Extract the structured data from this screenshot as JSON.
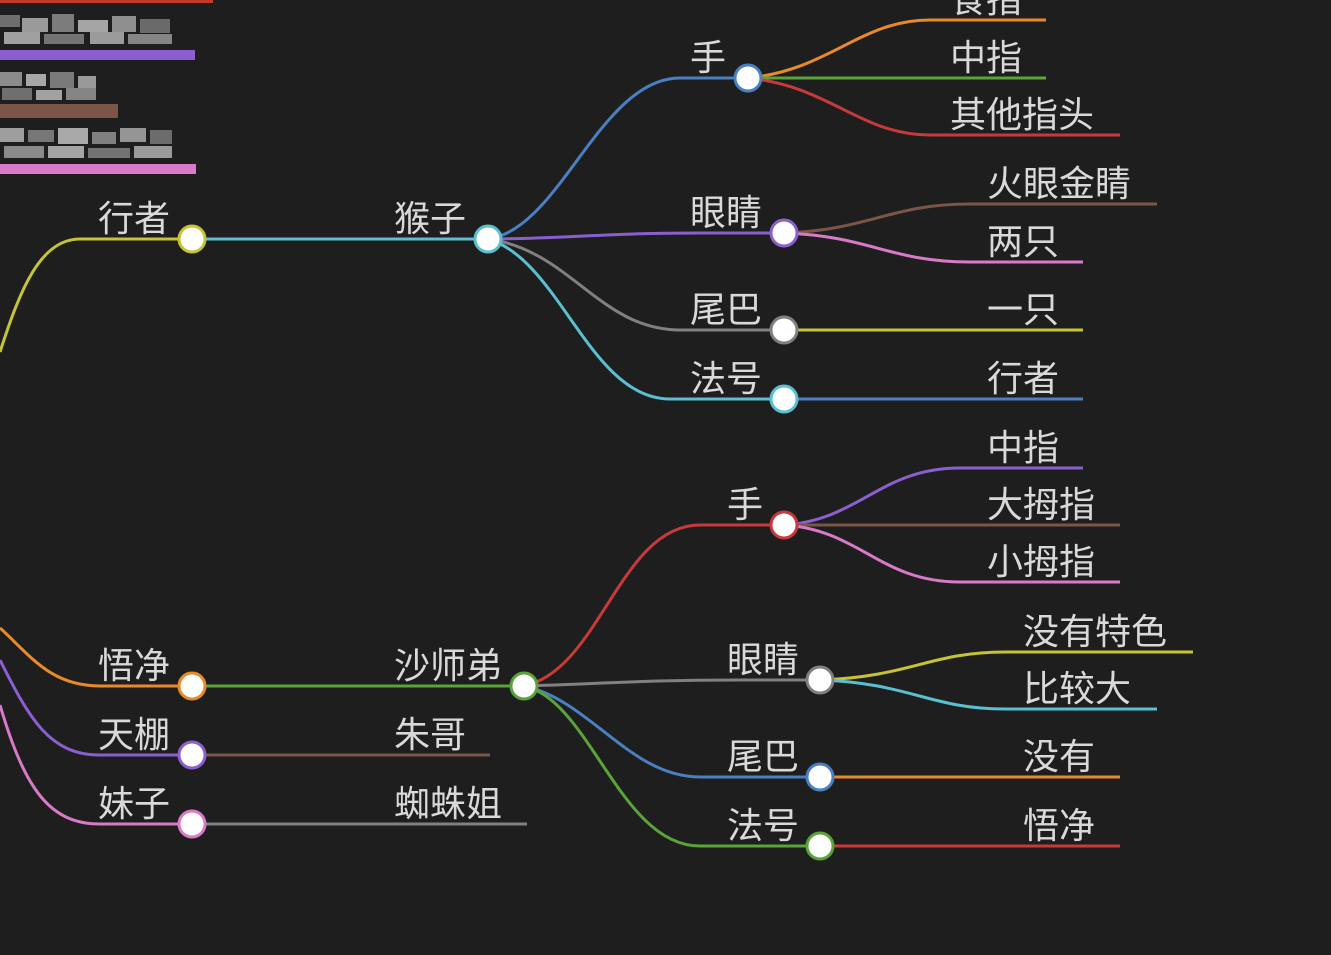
{
  "mindmap": {
    "background": "#1e1e1e",
    "text_color": "#d9d9d9",
    "blurred_items": [
      {
        "color": "#c0392b"
      },
      {
        "color": "#8b5fcf"
      },
      {
        "color": "#7a5548"
      },
      {
        "color": "#d97ac8"
      }
    ],
    "branches": [
      {
        "id": "b1",
        "label": "行者",
        "color": "#c6c434",
        "children": [
          {
            "id": "b1c1",
            "label": "猴子",
            "color": "#58c0d0",
            "children": [
              {
                "id": "b1c1a",
                "label": "手",
                "color": "#4a7fc1",
                "children": [
                  {
                    "label": "食指",
                    "color": "#e88a2c"
                  },
                  {
                    "label": "中指",
                    "color": "#5aa33b"
                  },
                  {
                    "label": "其他指头",
                    "color": "#c83a3a"
                  }
                ]
              },
              {
                "id": "b1c1b",
                "label": "眼睛",
                "color": "#8b5fcf",
                "children": [
                  {
                    "label": "火眼金睛",
                    "color": "#7a5548"
                  },
                  {
                    "label": "两只",
                    "color": "#d97ac8"
                  }
                ]
              },
              {
                "id": "b1c1c",
                "label": "尾巴",
                "color": "#808080",
                "children": [
                  {
                    "label": "一只",
                    "color": "#c6c434"
                  }
                ]
              },
              {
                "id": "b1c1d",
                "label": "法号",
                "color": "#58c0d0",
                "children": [
                  {
                    "label": "行者",
                    "color": "#4a7fc1"
                  }
                ]
              }
            ]
          }
        ]
      },
      {
        "id": "b2",
        "label": "悟净",
        "color": "#e88a2c",
        "children": [
          {
            "id": "b2c1",
            "label": "沙师弟",
            "color": "#5aa33b",
            "children": [
              {
                "id": "b2c1a",
                "label": "手",
                "color": "#c83a3a",
                "children": [
                  {
                    "label": "中指",
                    "color": "#8b5fcf"
                  },
                  {
                    "label": "大拇指",
                    "color": "#7a5548"
                  },
                  {
                    "label": "小拇指",
                    "color": "#d97ac8"
                  }
                ]
              },
              {
                "id": "b2c1b",
                "label": "眼睛",
                "color": "#808080",
                "children": [
                  {
                    "label": "没有特色",
                    "color": "#c6c434"
                  },
                  {
                    "label": "比较大",
                    "color": "#58c0d0"
                  }
                ]
              },
              {
                "id": "b2c1c",
                "label": "尾巴",
                "color": "#4a7fc1",
                "children": [
                  {
                    "label": "没有",
                    "color": "#e88a2c"
                  }
                ]
              },
              {
                "id": "b2c1d",
                "label": "法号",
                "color": "#5aa33b",
                "children": [
                  {
                    "label": "悟净",
                    "color": "#c83a3a"
                  }
                ]
              }
            ]
          }
        ]
      },
      {
        "id": "b3",
        "label": "天棚",
        "color": "#8b5fcf",
        "children": [
          {
            "id": "b3c1",
            "label": "朱哥",
            "color": "#7a5548",
            "children": []
          }
        ]
      },
      {
        "id": "b4",
        "label": "妹子",
        "color": "#d97ac8",
        "children": [
          {
            "id": "b4c1",
            "label": "蜘蛛姐",
            "color": "#808080",
            "children": []
          }
        ]
      }
    ]
  }
}
